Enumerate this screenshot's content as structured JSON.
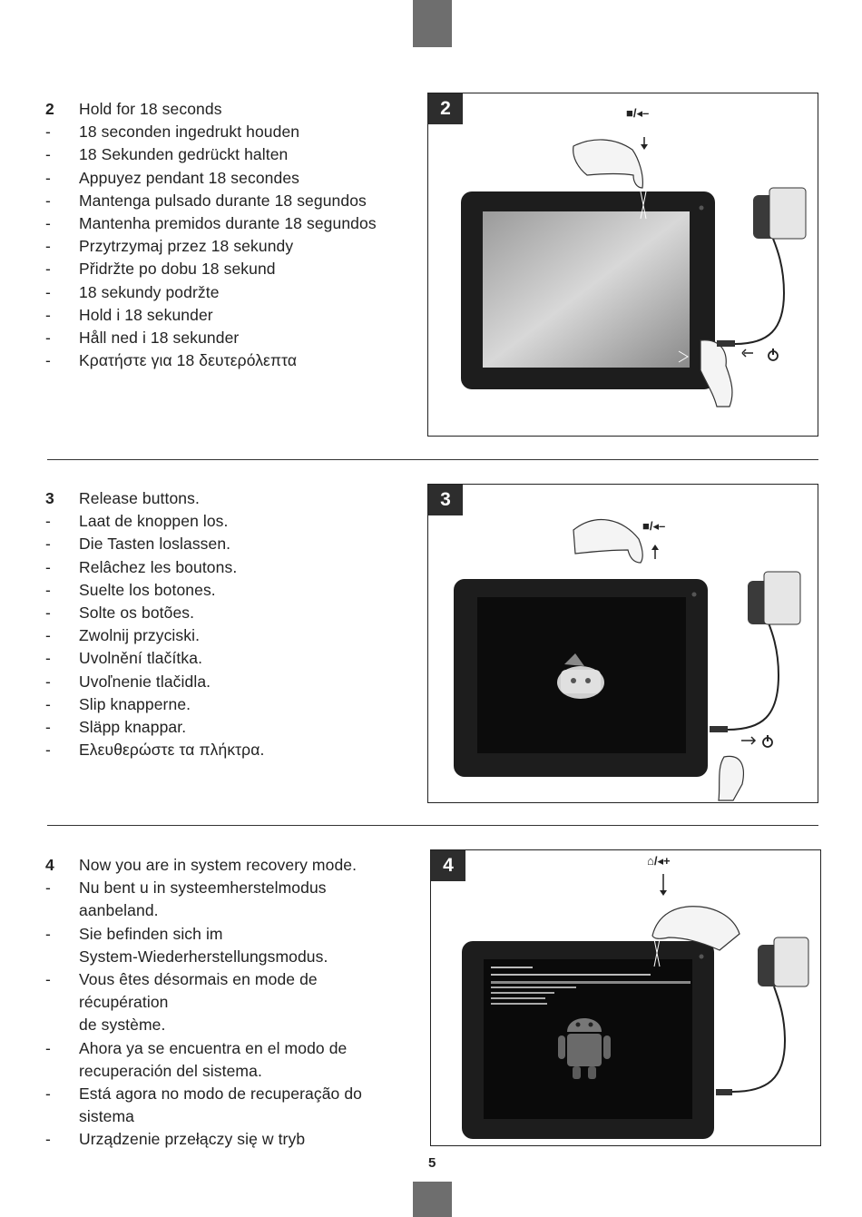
{
  "page_number": "5",
  "sections": [
    {
      "figure_label": "2",
      "button_label": "■/◂–",
      "lines": [
        {
          "marker": "2",
          "text": "Hold for 18 seconds"
        },
        {
          "marker": "-",
          "text": "18 seconden ingedrukt houden"
        },
        {
          "marker": "-",
          "text": "18 Sekunden gedrückt halten"
        },
        {
          "marker": "-",
          "text": "Appuyez pendant 18 secondes"
        },
        {
          "marker": "-",
          "text": "Mantenga pulsado durante 18 segundos"
        },
        {
          "marker": "-",
          "text": "Mantenha premidos durante 18 segundos"
        },
        {
          "marker": "-",
          "text": "Przytrzymaj przez 18 sekundy"
        },
        {
          "marker": "-",
          "text": "Přidržte po dobu 18 sekund"
        },
        {
          "marker": "-",
          "text": "18 sekundy podržte"
        },
        {
          "marker": "-",
          "text": "Hold i 18 sekunder"
        },
        {
          "marker": "-",
          "text": "Håll ned i 18 sekunder"
        },
        {
          "marker": "-",
          "text": "Κρατήστε για 18 δευτερόλεπτα"
        }
      ]
    },
    {
      "figure_label": "3",
      "button_label": "■/◂–",
      "lines": [
        {
          "marker": "3",
          "text": "Release buttons."
        },
        {
          "marker": "-",
          "text": "Laat de knoppen los."
        },
        {
          "marker": "-",
          "text": "Die Tasten loslassen."
        },
        {
          "marker": "-",
          "text": "Relâchez les boutons."
        },
        {
          "marker": "-",
          "text": "Suelte los botones."
        },
        {
          "marker": "-",
          "text": "Solte os botões."
        },
        {
          "marker": "-",
          "text": "Zwolnij przyciski."
        },
        {
          "marker": "-",
          "text": "Uvolnění tlačítka."
        },
        {
          "marker": "-",
          "text": "Uvoľnenie tlačidla."
        },
        {
          "marker": "-",
          "text": "Slip knapperne."
        },
        {
          "marker": "-",
          "text": "Släpp knappar."
        },
        {
          "marker": "-",
          "text": "Ελευθερώστε τα πλήκτρα."
        }
      ]
    },
    {
      "figure_label": "4",
      "button_label": "⌂/◂+",
      "lines": [
        {
          "marker": "4",
          "text": "Now you are in system recovery mode."
        },
        {
          "marker": "-",
          "text": "Nu bent u in systeemherstelmodus\naanbeland."
        },
        {
          "marker": "-",
          "text": "Sie befinden sich im\nSystem-Wiederherstellungsmodus."
        },
        {
          "marker": "-",
          "text": "Vous êtes désormais en mode de\nrécupération\nde système."
        },
        {
          "marker": "-",
          "text": "Ahora ya se encuentra en el modo de\nrecuperación del sistema."
        },
        {
          "marker": "-",
          "text": "Está agora no modo de recuperação do\nsistema"
        },
        {
          "marker": "-",
          "text": "Urządzenie przełączy się w tryb"
        }
      ]
    }
  ]
}
